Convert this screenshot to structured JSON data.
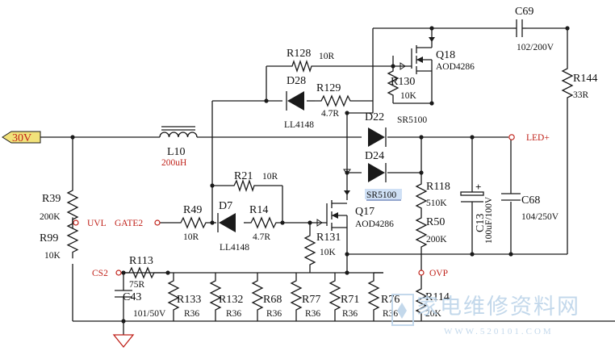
{
  "nets": {
    "input": "30V",
    "led_plus": "LED+",
    "uvl": "UVL",
    "gate2": "GATE2",
    "cs2": "CS2",
    "ovp": "OVP"
  },
  "inductor": {
    "ref": "L10",
    "value": "200uH"
  },
  "mosfets": [
    {
      "ref": "Q18",
      "part": "AOD4286"
    },
    {
      "ref": "Q17",
      "part": "AOD4286"
    }
  ],
  "diodes": [
    {
      "ref": "D28",
      "part": "LL4148"
    },
    {
      "ref": "D22",
      "part": "SR5100"
    },
    {
      "ref": "D24",
      "part": "SR5100"
    },
    {
      "ref": "D7",
      "part": "LL4148"
    }
  ],
  "capacitors": [
    {
      "ref": "C69",
      "value": "102/200V"
    },
    {
      "ref": "C13",
      "value": "100uF/100V"
    },
    {
      "ref": "C68",
      "value": "104/250V"
    },
    {
      "ref": "C43",
      "value": "101/50V"
    }
  ],
  "resistors": {
    "R128": "10R",
    "R129": "4.7R",
    "R130": "10K",
    "R144": "33R",
    "R21": "10R",
    "R49": "10R",
    "R14": "4.7R",
    "R131": "10K",
    "R39": "200K",
    "R99": "10K",
    "R118": "510K",
    "R50": "200K",
    "R113": "75R",
    "R114": "20K",
    "R133": "R36",
    "R132": "R36",
    "R68": "R36",
    "R77": "R36",
    "R71": "R36",
    "R76": "R36"
  },
  "watermark": {
    "cn": "家电维修资料网",
    "url": "WWW.520101.COM"
  },
  "colors": {
    "wire": "#1a1a1a",
    "net_red": "#c0221a",
    "tag_fill": "#f2e27a",
    "highlight": "#cfe0f5",
    "watermark": "#b9d2e8"
  }
}
